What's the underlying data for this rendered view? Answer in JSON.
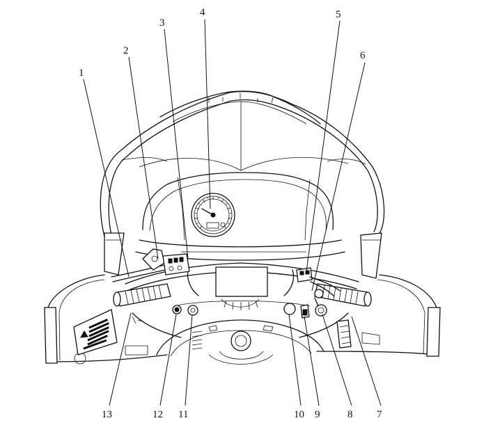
{
  "callouts": [
    {
      "id": 1,
      "label": "1"
    },
    {
      "id": 2,
      "label": "2"
    },
    {
      "id": 3,
      "label": "3"
    },
    {
      "id": 4,
      "label": "4"
    },
    {
      "id": 5,
      "label": "5"
    },
    {
      "id": 6,
      "label": "6"
    },
    {
      "id": 7,
      "label": "7"
    },
    {
      "id": 8,
      "label": "8"
    },
    {
      "id": 9,
      "label": "9"
    },
    {
      "id": 10,
      "label": "10"
    },
    {
      "id": 11,
      "label": "11"
    },
    {
      "id": 12,
      "label": "12"
    },
    {
      "id": 13,
      "label": "13"
    }
  ],
  "colors": {
    "ink": "#111111",
    "background": "#ffffff"
  },
  "icons": [
    "speedometer-icon",
    "warning-label-icon",
    "ignition-key-icon"
  ]
}
